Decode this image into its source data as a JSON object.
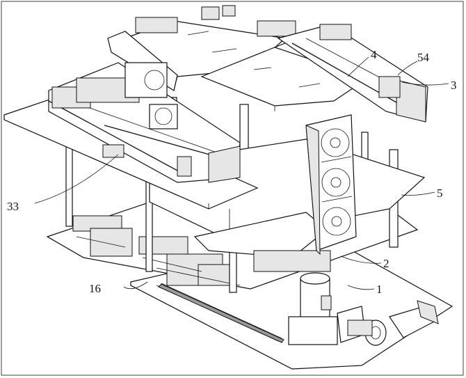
{
  "figure": {
    "description_labels": [
      "1",
      "2",
      "3",
      "4",
      "5",
      "16",
      "33",
      "54"
    ]
  },
  "callouts": [
    {
      "id": "c1",
      "text": "1"
    },
    {
      "id": "c2",
      "text": "2"
    },
    {
      "id": "c3",
      "text": "3"
    },
    {
      "id": "c4",
      "text": "4"
    },
    {
      "id": "c5",
      "text": "5"
    },
    {
      "id": "c16",
      "text": "16"
    },
    {
      "id": "c33",
      "text": "33"
    },
    {
      "id": "c54",
      "text": "54"
    }
  ]
}
